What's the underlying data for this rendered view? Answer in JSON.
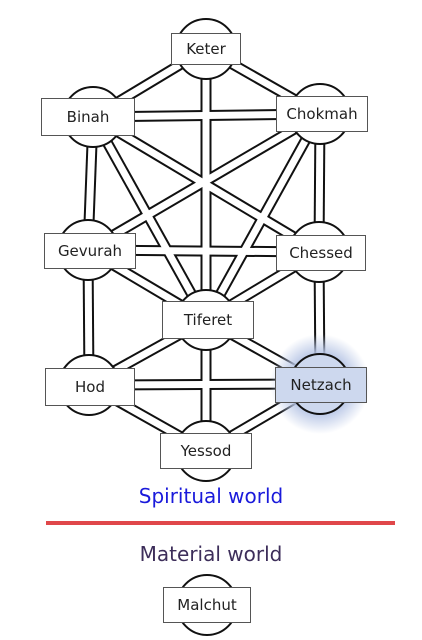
{
  "spiritual_label": "Spiritual world",
  "material_label": "Material world",
  "colors": {
    "spiritual": "#1a1adb",
    "material": "#3d2e5a",
    "divider": "#e0474a",
    "highlight_fill": "#cdd8ee",
    "highlight_glow": "#b9c7e6"
  },
  "sefirot": [
    {
      "id": "keter",
      "label": "Keter"
    },
    {
      "id": "binah",
      "label": "Binah"
    },
    {
      "id": "chokmah",
      "label": "Chokmah"
    },
    {
      "id": "gevurah",
      "label": "Gevurah"
    },
    {
      "id": "chessed",
      "label": "Chessed"
    },
    {
      "id": "tiferet",
      "label": "Tiferet"
    },
    {
      "id": "hod",
      "label": "Hod"
    },
    {
      "id": "netzach",
      "label": "Netzach",
      "highlighted": true
    },
    {
      "id": "yessod",
      "label": "Yessod"
    },
    {
      "id": "malchut",
      "label": "Malchut"
    }
  ],
  "paths": [
    [
      "keter",
      "binah"
    ],
    [
      "keter",
      "chokmah"
    ],
    [
      "keter",
      "tiferet"
    ],
    [
      "binah",
      "chokmah"
    ],
    [
      "binah",
      "gevurah"
    ],
    [
      "binah",
      "tiferet"
    ],
    [
      "binah",
      "chessed"
    ],
    [
      "chokmah",
      "chessed"
    ],
    [
      "chokmah",
      "tiferet"
    ],
    [
      "chokmah",
      "gevurah"
    ],
    [
      "gevurah",
      "chessed"
    ],
    [
      "gevurah",
      "tiferet"
    ],
    [
      "gevurah",
      "hod"
    ],
    [
      "chessed",
      "tiferet"
    ],
    [
      "chessed",
      "netzach"
    ],
    [
      "tiferet",
      "hod"
    ],
    [
      "tiferet",
      "netzach"
    ],
    [
      "tiferet",
      "yessod"
    ],
    [
      "hod",
      "netzach"
    ],
    [
      "hod",
      "yessod"
    ],
    [
      "netzach",
      "yessod"
    ]
  ]
}
